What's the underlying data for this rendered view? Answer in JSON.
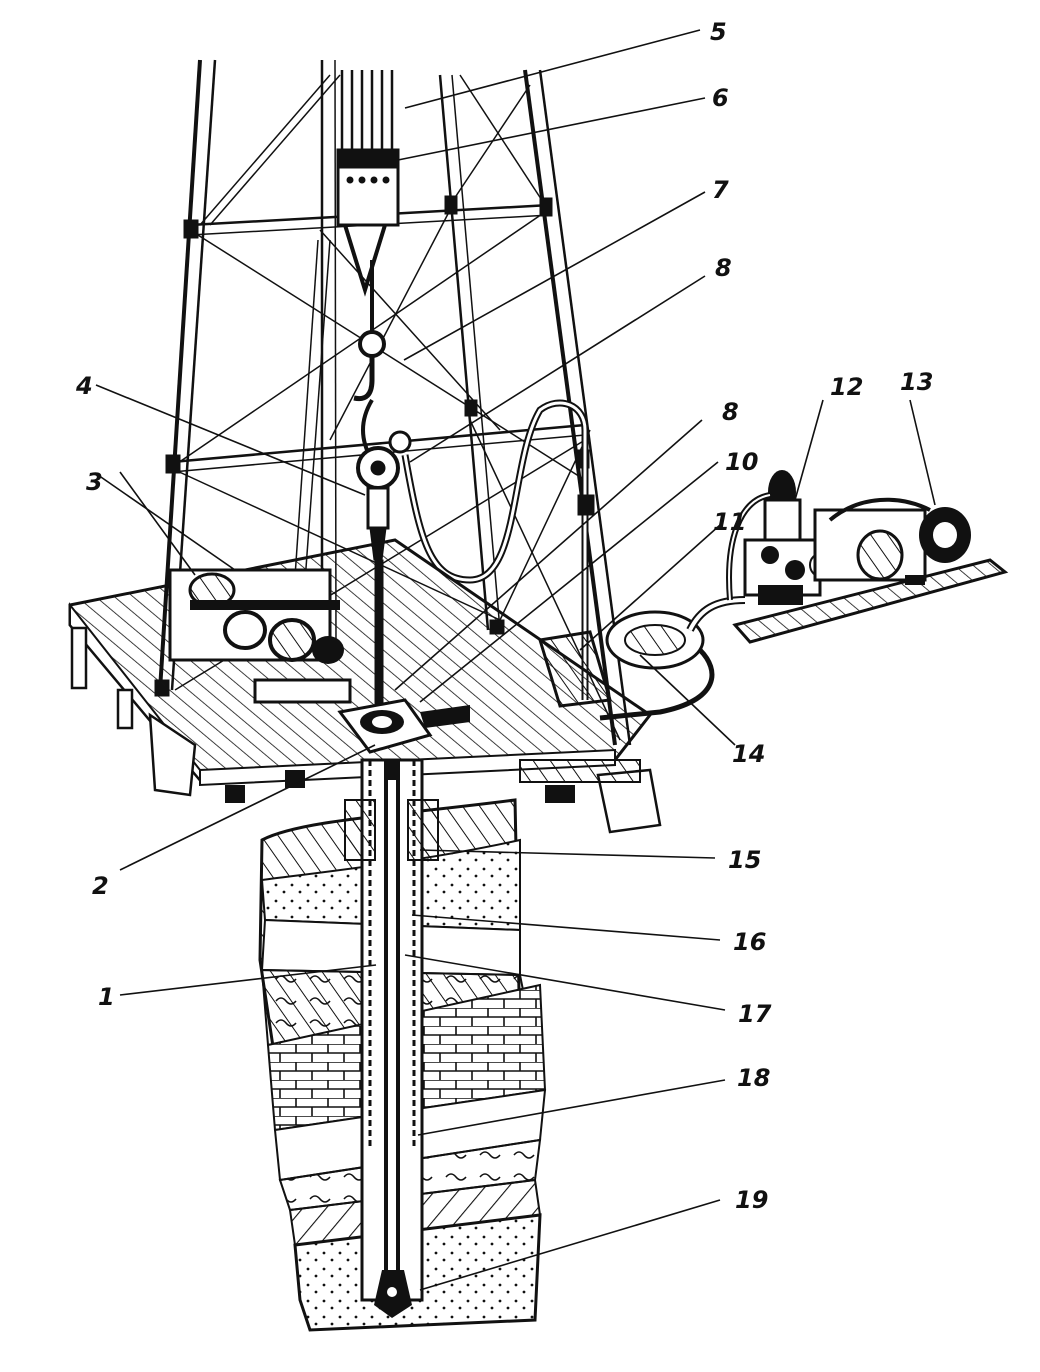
{
  "figure": {
    "style": {
      "ink": "#111111",
      "paper": "#ffffff"
    },
    "labels": [
      {
        "id": "l1",
        "text": "1"
      },
      {
        "id": "l2",
        "text": "2"
      },
      {
        "id": "l3",
        "text": "3"
      },
      {
        "id": "l4",
        "text": "4"
      },
      {
        "id": "l5",
        "text": "5"
      },
      {
        "id": "l6",
        "text": "6"
      },
      {
        "id": "l7",
        "text": "7"
      },
      {
        "id": "l8a",
        "text": "8"
      },
      {
        "id": "l8b",
        "text": "8"
      },
      {
        "id": "l10",
        "text": "10"
      },
      {
        "id": "l11",
        "text": "11"
      },
      {
        "id": "l12",
        "text": "12"
      },
      {
        "id": "l13",
        "text": "13"
      },
      {
        "id": "l14",
        "text": "14"
      },
      {
        "id": "l15",
        "text": "15"
      },
      {
        "id": "l16",
        "text": "16"
      },
      {
        "id": "l17",
        "text": "17"
      },
      {
        "id": "l18",
        "text": "18"
      },
      {
        "id": "l19",
        "text": "19"
      }
    ]
  }
}
